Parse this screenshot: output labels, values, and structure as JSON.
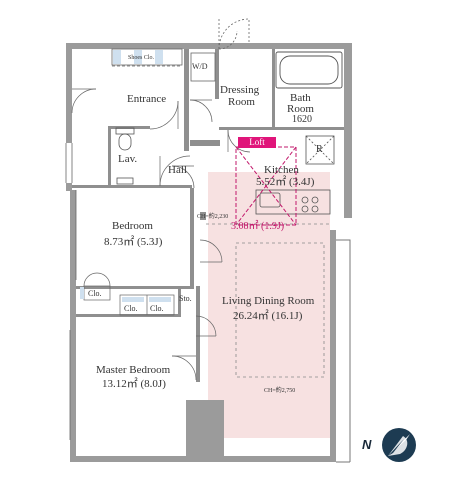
{
  "rooms": {
    "shoes_closet": "Shoes Clo.",
    "wd": "W/D",
    "entrance": "Entrance",
    "dressing_room_1": "Dressing",
    "dressing_room_2": "Room",
    "bath_room_1": "Bath",
    "bath_room_2": "Room",
    "bath_size": "1620",
    "lav": "Lav.",
    "hall": "Hall",
    "loft": "Loft",
    "refrigerator": "R",
    "kitchen": "Kitchen",
    "kitchen_area": "5.52㎡ (3.4J)",
    "loft_area": "3.08㎡ (1.9J)",
    "ceiling_height_small": "CH=約2,230",
    "bedroom": "Bedroom",
    "bedroom_area": "8.73㎡ (5.3J)",
    "closet_bedroom": "Clo.",
    "closet_master_1": "Clo.",
    "closet_master_2": "Clo.",
    "storage": "Sto.",
    "living_dining": "Living Dining Room",
    "living_dining_area": "26.24㎡ (16.1J)",
    "master_bedroom": "Master Bedroom",
    "master_bedroom_area": "13.12㎡ (8.0J)",
    "ceiling_height_living": "CH=約2,750"
  },
  "compass": {
    "label": "N",
    "color": "#1a2a3a"
  },
  "colors": {
    "wall": "#9a9a9a",
    "line": "#555555",
    "living_fill": "#f7e1e1",
    "loft_accent": "#e0157a"
  }
}
